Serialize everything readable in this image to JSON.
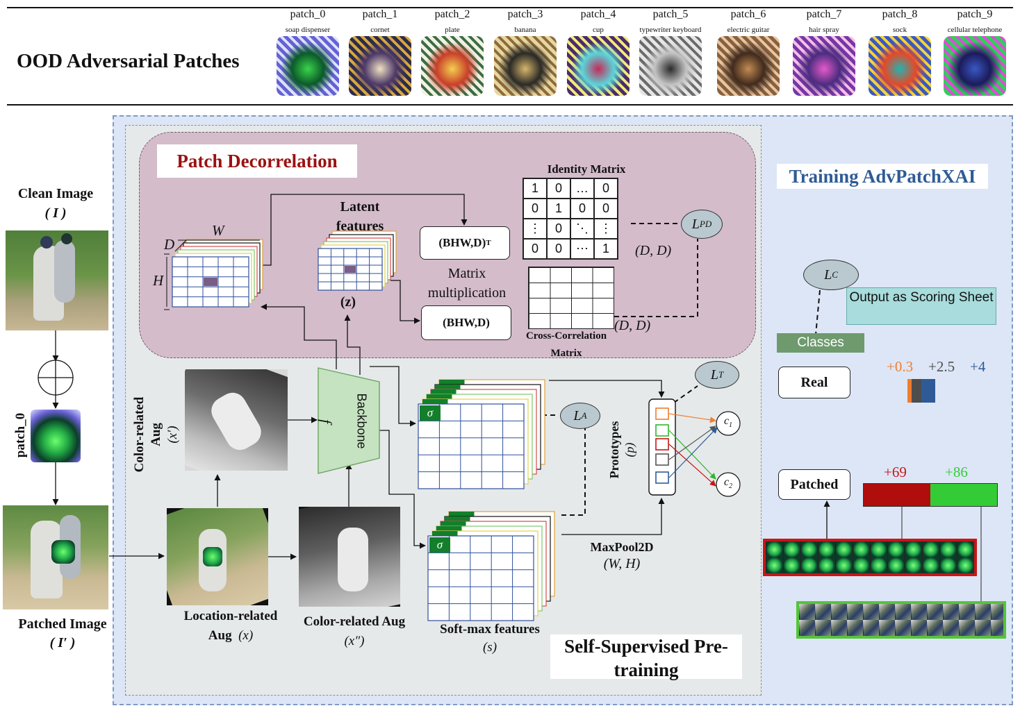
{
  "header": {
    "title": "OOD Adversarial Patches",
    "patches": [
      {
        "id": "patch_0",
        "label": "soap dispenser"
      },
      {
        "id": "patch_1",
        "label": "cornet"
      },
      {
        "id": "patch_2",
        "label": "plate"
      },
      {
        "id": "patch_3",
        "label": "banana"
      },
      {
        "id": "patch_4",
        "label": "cup"
      },
      {
        "id": "patch_5",
        "label": "typewriter keyboard"
      },
      {
        "id": "patch_6",
        "label": "electric guitar"
      },
      {
        "id": "patch_7",
        "label": "hair spray"
      },
      {
        "id": "patch_8",
        "label": "sock"
      },
      {
        "id": "patch_9",
        "label": "cellular telephone"
      }
    ]
  },
  "left": {
    "clean_image": "Clean Image",
    "clean_symbol": "( I )",
    "patch_label": "patch_0",
    "patched_image": "Patched Image",
    "patched_symbol": "( I′ )"
  },
  "decorrelation": {
    "title": "Patch Decorrelation",
    "dim_w": "W",
    "dim_d": "D",
    "dim_h": "H",
    "latent_title_1": "Latent",
    "latent_title_2": "features",
    "latent_symbol": "(z)",
    "bhwd_t_main": "(BHW,D)",
    "bhwd_t_sup": "T",
    "matrix_mult_1": "Matrix",
    "matrix_mult_2": "multiplication",
    "bhwd": "(BHW,D)",
    "identity_title": "Identity Matrix",
    "identity_cells": [
      "1",
      "0",
      "…",
      "0",
      "0",
      "1",
      "0",
      "0",
      "⋮",
      "0",
      "⋱",
      "⋮",
      "0",
      "0",
      "⋯",
      "1"
    ],
    "dd_1": "(D, D)",
    "dd_2": "(D, D)",
    "cross_title_1": "Cross-Correlation",
    "cross_title_2": "Matrix",
    "loss_pd": "L",
    "loss_pd_sub": "PD"
  },
  "pretraining": {
    "color_aug_1": "Color-related",
    "color_aug_2": "Aug",
    "color_aug_sym": "(x′)",
    "f": "f",
    "backbone": "Backbone",
    "sigma": "σ",
    "loss_a": "L",
    "loss_a_sub": "A",
    "loss_t": "L",
    "loss_t_sub": "T",
    "prototypes": "Prototypes",
    "prototypes_sym": "(p)",
    "c1": "c",
    "c1_sub": "1",
    "c2": "c",
    "c2_sub": "2",
    "maxpool": "MaxPool2D",
    "maxpool_sym": "(W, H)",
    "softmax_1": "Soft-max features",
    "softmax_sym": "(s)",
    "loc_aug_1": "Location-related",
    "loc_aug_2": "Aug",
    "loc_aug_sym": "(x)",
    "color_aug2_1": "Color-related Aug",
    "color_aug2_sym": "(x″)",
    "title_1": "Self-Supervised Pre-",
    "title_2": "training"
  },
  "training": {
    "title": "Training AdvPatchXAI",
    "loss_c": "L",
    "loss_c_sub": "C",
    "output_box": "Output as Scoring Sheet",
    "classes": "Classes",
    "real": "Real",
    "real_scores": [
      "+0.3",
      "+2.5",
      "+4"
    ],
    "patched": "Patched",
    "patched_scores": [
      "+69",
      "+86"
    ]
  },
  "colors": {
    "purple_region": "#d4bccb",
    "gray_region": "#e6e9ea",
    "blue_region": "#dde6f6",
    "title_red": "#9b1111",
    "title_blue": "#2e5b96",
    "orange": "#ef7d2d",
    "dark_gray": "#4d4d4d",
    "blue": "#2e5b96",
    "red_bar": "#b00d0d",
    "green_bar": "#34cc36",
    "teal_box": "#a9dcdc",
    "classes_green": "#6e9a6e"
  }
}
